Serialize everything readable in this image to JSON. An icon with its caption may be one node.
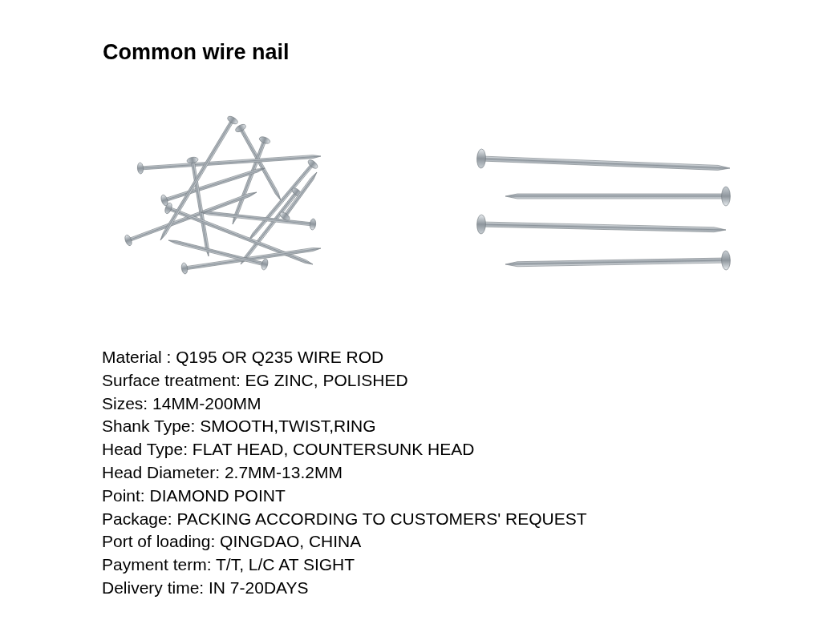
{
  "diagram": {
    "title": "Common wire nail",
    "labels": [
      "Material :  Q195 OR Q235 WIRE ROD",
      "Surface treatment:  EG ZINC, POLISHED",
      "Sizes: 14MM-200MM",
      "Shank Type: SMOOTH,TWIST,RING",
      "Head Type: FLAT HEAD, COUNTERSUNK HEAD",
      "Head Diameter: 2.7MM-13.2MM",
      "Point: DIAMOND POINT",
      "Package: PACKING ACCORDING TO CUSTOMERS' REQUEST",
      "Port of loading: QINGDAO, CHINA",
      "Payment term: T/T, L/C AT SIGHT",
      "Delivery time: IN 7-20DAYS"
    ]
  }
}
